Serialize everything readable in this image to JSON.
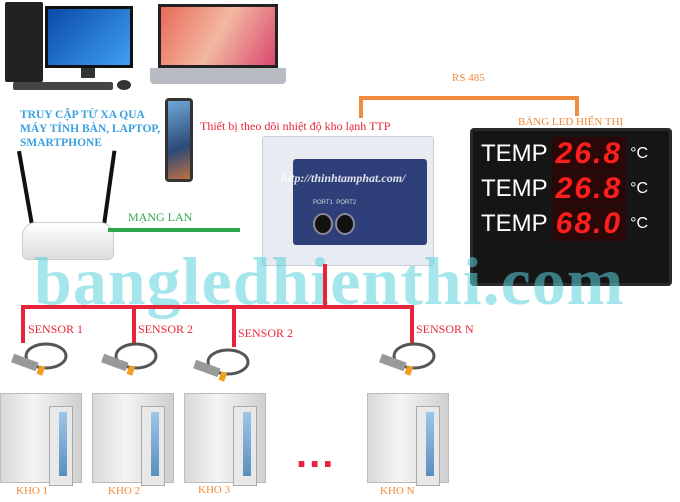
{
  "remote_access": {
    "lines": [
      "TRUY CẬP TỪ XA QUA",
      "MÁY TÍNH BÀN, LAPTOP,",
      "SMARTPHONE"
    ]
  },
  "lan_label": "MẠNG LAN",
  "rs485_label": "RS 485",
  "led_board": {
    "title": "BẢNG LED HIỂN THỊ",
    "rows": [
      {
        "label": "TEMP",
        "value": "26.8",
        "unit": "°C"
      },
      {
        "label": "TEMP",
        "value": "26.8",
        "unit": "°C"
      },
      {
        "label": "TEMP",
        "value": "68.0",
        "unit": "°C"
      }
    ]
  },
  "controller": {
    "caption": "Thiết bị theo dõi nhiệt độ kho lạnh TTP",
    "ports": [
      "PORT1",
      "PORT2"
    ]
  },
  "watermark": "bangledhienthi.com",
  "watermark_small": "http://thinhtamphat.com/",
  "sensors": [
    "SENSOR 1",
    "SENSOR 2",
    "SENSOR 2",
    "SENSOR N"
  ],
  "rooms": [
    "KHO 1",
    "KHO 2",
    "KHO 3",
    "KHO N"
  ],
  "ellipsis": "..."
}
